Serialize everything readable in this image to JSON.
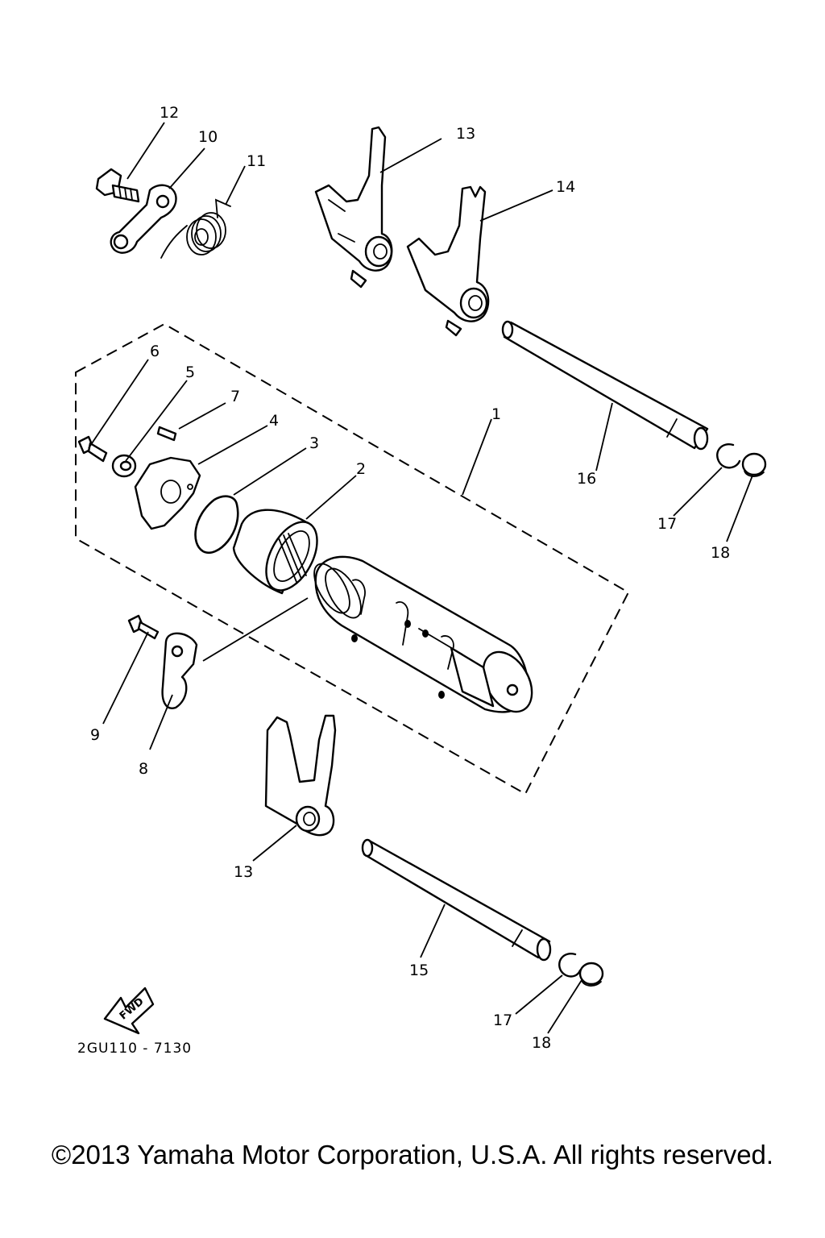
{
  "diagram": {
    "callouts": {
      "c1": "1",
      "c2": "2",
      "c3": "3",
      "c4": "4",
      "c5": "5",
      "c6": "6",
      "c7": "7",
      "c8": "8",
      "c9": "9",
      "c10": "10",
      "c11": "11",
      "c12": "12",
      "c13a": "13",
      "c13b": "13",
      "c14": "14",
      "c15": "15",
      "c16": "16",
      "c17a": "17",
      "c17b": "17",
      "c18a": "18",
      "c18b": "18"
    },
    "fwd_label": "FWD",
    "drawing_code": "2GU110 - 7130"
  },
  "footer": {
    "copyright": "©2013 Yamaha Motor Corporation, U.S.A. All rights reserved."
  }
}
